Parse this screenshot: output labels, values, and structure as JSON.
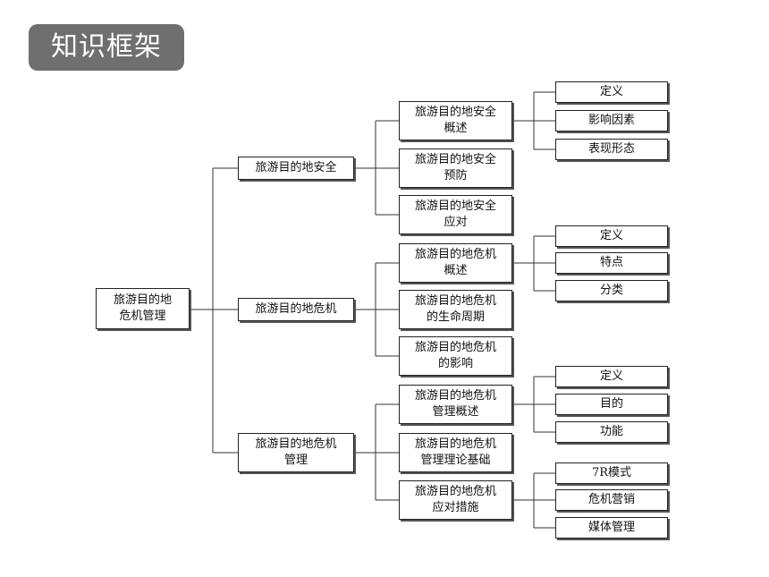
{
  "title": "知识框架",
  "root": "旅游目的地\n危机管理",
  "branches": [
    {
      "label": "旅游目的地安全",
      "children": [
        {
          "label": "旅游目的地安全\n概述",
          "leaves": [
            "定义",
            "影响因素",
            "表现形态"
          ]
        },
        {
          "label": "旅游目的地安全\n预防"
        },
        {
          "label": "旅游目的地安全\n应对"
        }
      ]
    },
    {
      "label": "旅游目的地危机",
      "children": [
        {
          "label": "旅游目的地危机\n概述",
          "leaves": [
            "定义",
            "特点",
            "分类"
          ]
        },
        {
          "label": "旅游目的地危机\n的生命周期"
        },
        {
          "label": "旅游目的地危机\n的影响"
        }
      ]
    },
    {
      "label": "旅游目的地危机\n管理",
      "children": [
        {
          "label": "旅游目的地危机\n管理概述",
          "leaves": [
            "定义",
            "目的",
            "功能"
          ]
        },
        {
          "label": "旅游目的地危机\n管理理论基础"
        },
        {
          "label": "旅游目的地危机\n应对措施",
          "leaves": [
            "7R模式",
            "危机营销",
            "媒体管理"
          ]
        }
      ]
    }
  ]
}
